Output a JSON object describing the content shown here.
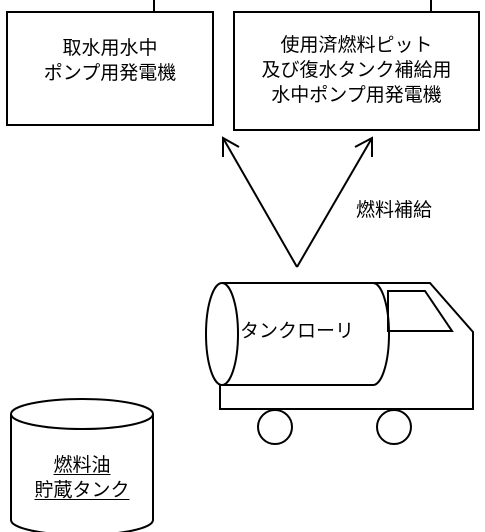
{
  "boxes": {
    "intake_generator": {
      "line1": "取水用水中",
      "line2": "ポンプ用発電機"
    },
    "pit_generator": {
      "line1": "使用済燃料ピット",
      "line2": "及び復水タンク補給用",
      "line3": "水中ポンプ用発電機"
    }
  },
  "flow_label": "燃料補給",
  "truck": {
    "tank_label": "タンクローリ"
  },
  "storage_tank": {
    "line1": "燃料油",
    "line2": "貯蔵タンク"
  }
}
